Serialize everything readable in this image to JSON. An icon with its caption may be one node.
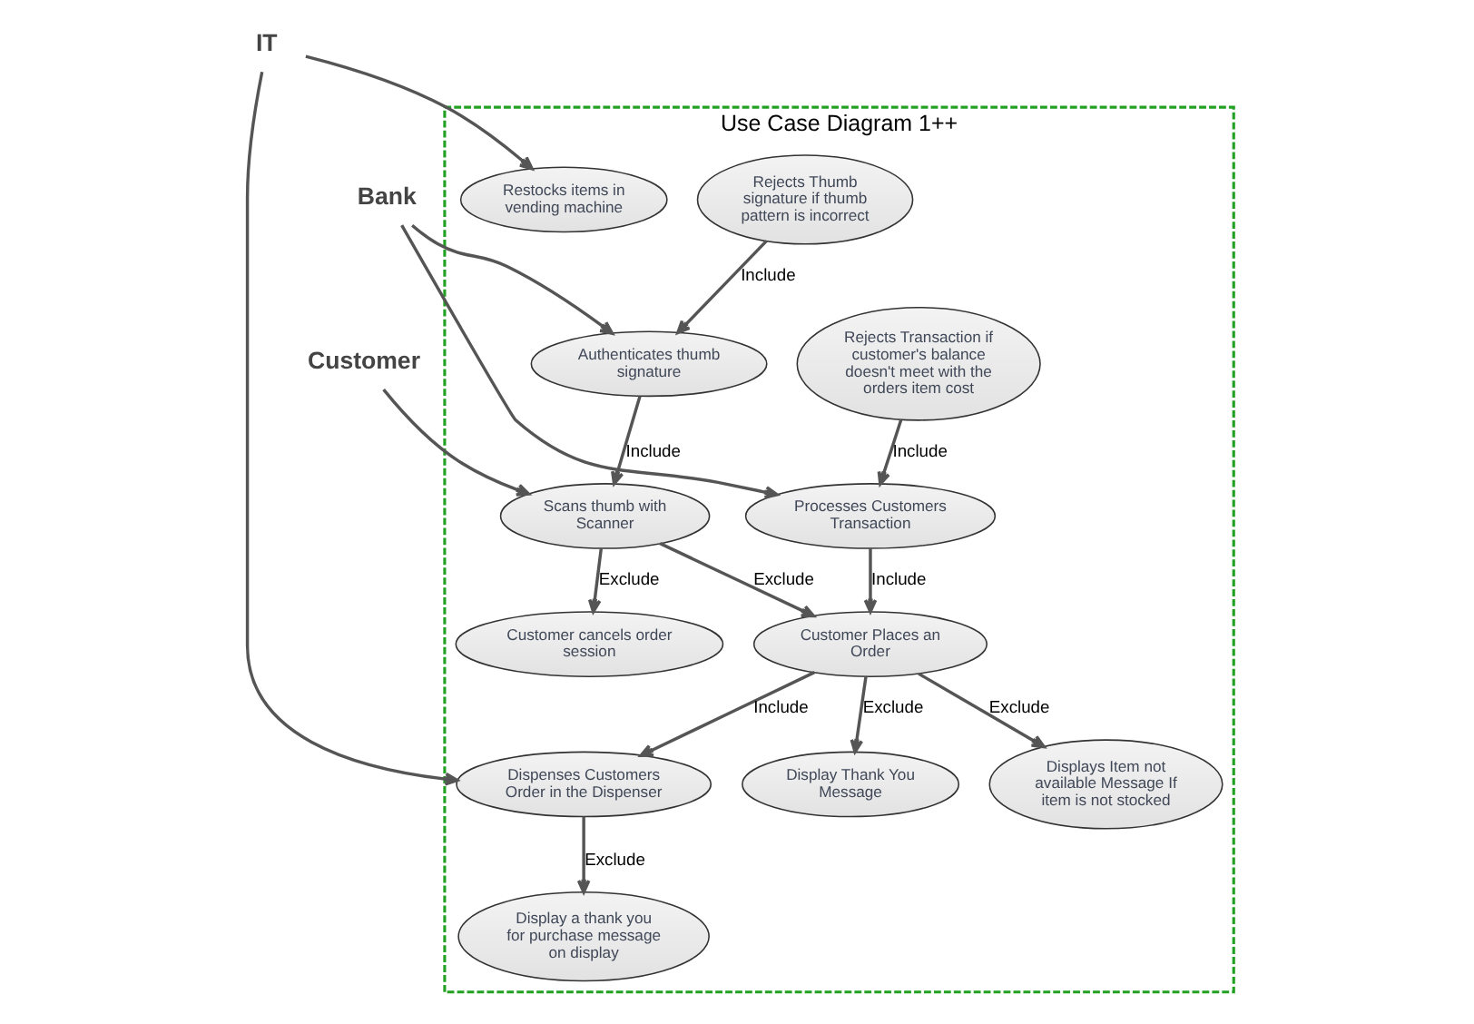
{
  "diagram": {
    "nodes": [
      {
        "text": [
          "Use Case Diagram 1++"
        ]
      },
      {
        "text": [
          "Customer"
        ]
      },
      {
        "text": [
          "Rejects Thumb signature if thumb pattern is incorrect"
        ],
        "in": 0
      },
      {
        "text": [
          "Authenticates thumb signature"
        ],
        "in": 0
      },
      {
        "text": [
          "Bank"
        ]
      },
      {
        "text": [
          "Scans thumb with Scanner"
        ],
        "in": 0
      },
      {
        "text": [
          "Customer cancels order session"
        ],
        "in": 0
      },
      {
        "text": [
          "Processes Customers Transaction"
        ],
        "in": 0
      },
      {
        "text": [
          "Customer Places an Order"
        ],
        "in": 0
      },
      {
        "text": [
          "Display Thank You Message"
        ],
        "in": 0
      },
      {
        "text": [
          "Rejects Transaction if customer's balance doesn't meet with the orders item cost"
        ],
        "in": 0
      },
      {
        "text": [
          "Displays Item not available Message If item is not stocked"
        ],
        "in": 0
      },
      {
        "text": [
          "Dispenses Customers Order in the Dispenser"
        ],
        "in": 0
      },
      {
        "text": [
          "Display a thank you for purchase message on display"
        ],
        "in": 0
      },
      {
        "text": [
          "Restocks items in vending machine"
        ],
        "in": 0
      },
      {
        "text": [
          "IT"
        ]
      }
    ],
    "edges": [
      {
        "from": 1,
        "to": 5,
        "arrow": "to"
      },
      {
        "from": 2,
        "to": 3,
        "arrow": "to",
        "label": "Include"
      },
      {
        "from": 3,
        "to": 5,
        "arrow": "to",
        "label": "Include"
      },
      {
        "from": 4,
        "to": 3,
        "arrow": "to"
      },
      {
        "from": 4,
        "to": 7,
        "arrow": "to"
      },
      {
        "from": 5,
        "to": 6,
        "arrow": "to",
        "label": "Exclude"
      },
      {
        "from": 5,
        "to": 8,
        "arrow": "to",
        "label": "Exclude"
      },
      {
        "from": 7,
        "to": 8,
        "arrow": "to",
        "label": "Include"
      },
      {
        "from": 10,
        "to": 7,
        "arrow": "to",
        "label": "Include"
      },
      {
        "from": 8,
        "to": 9,
        "arrow": "to",
        "label": "Exclude"
      },
      {
        "from": 8,
        "to": 11,
        "arrow": "to",
        "label": "Exclude"
      },
      {
        "from": 8,
        "to": 12,
        "arrow": "to",
        "label": "Include"
      },
      {
        "from": 12,
        "to": 13,
        "arrow": "to",
        "label": "Exclude"
      },
      {
        "from": 15,
        "to": 12,
        "arrow": "to"
      },
      {
        "from": 15,
        "to": 14,
        "arrow": "to"
      }
    ]
  }
}
